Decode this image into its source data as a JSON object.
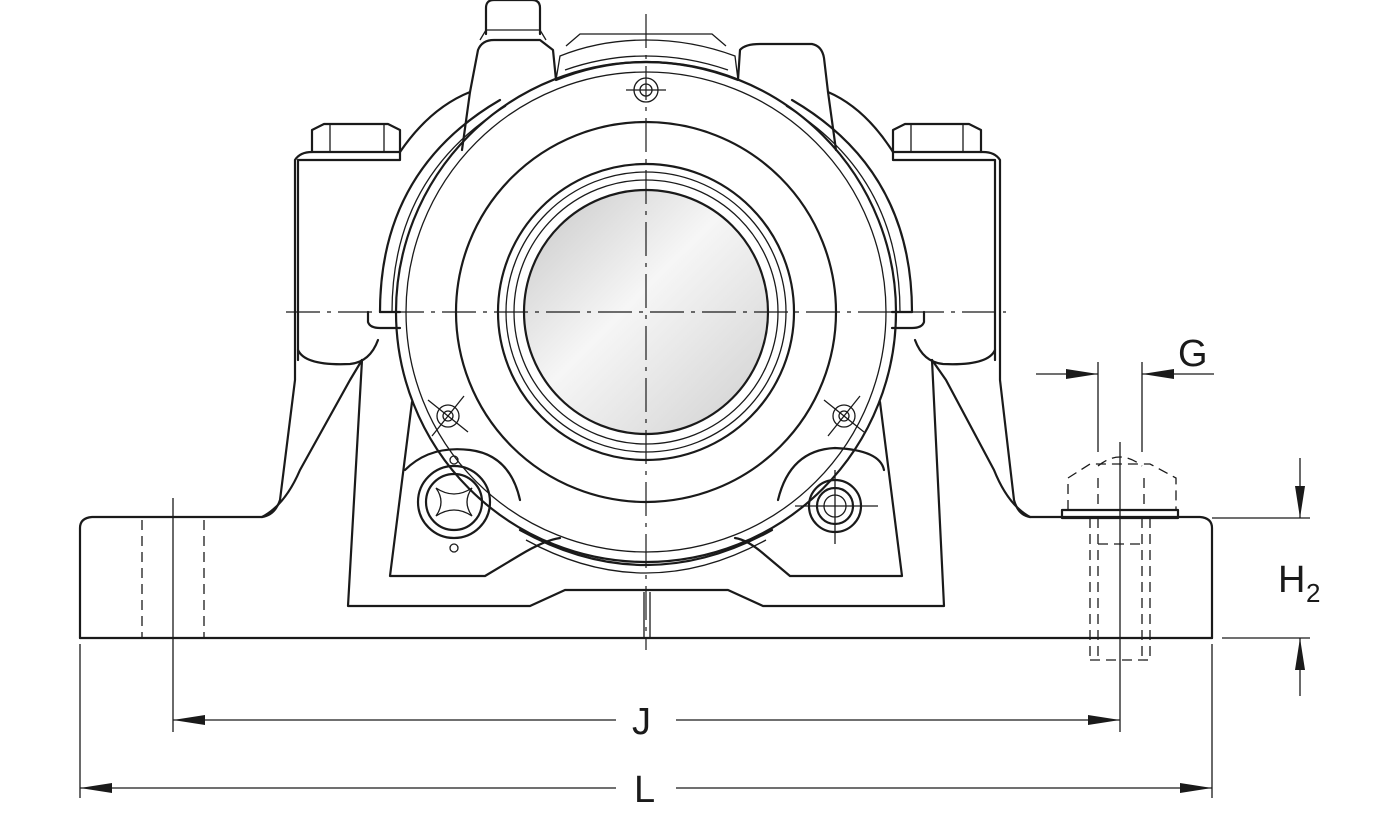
{
  "dimensions": {
    "g": "G",
    "h2_main": "H",
    "h2_sub": "2",
    "j": "J",
    "l": "L"
  },
  "colors": {
    "line": "#1a1a1a",
    "background": "#ffffff",
    "shaft_light": "#f4f4f4",
    "shaft_dark": "#c9c9c9"
  }
}
